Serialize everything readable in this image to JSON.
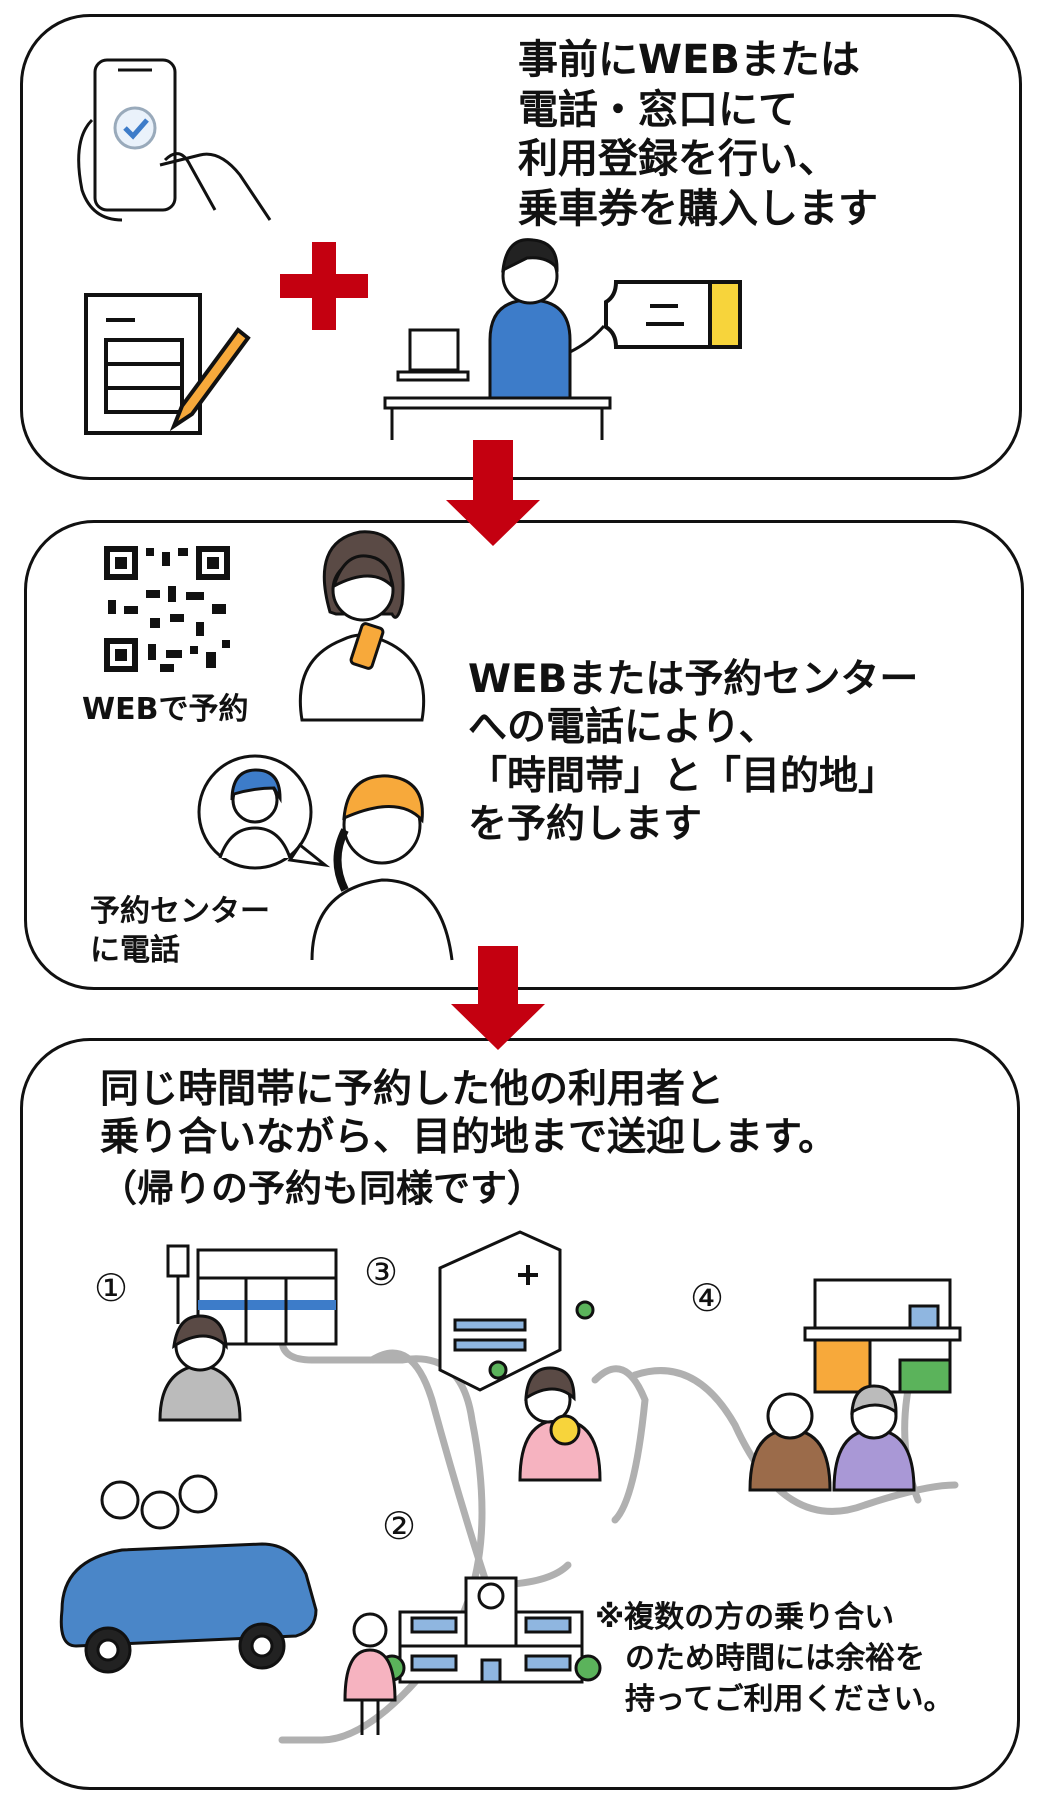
{
  "step1": {
    "text": "事前にWEBまたは\n電話・窓口にて\n利用登録を行い、\n乗車券を購入します"
  },
  "step2": {
    "text": "WEBまたは予約センター\nへの電話により、\n「時間帯」と「目的地」\nを予約します",
    "web_label": "WEBで予約",
    "center_label": "予約センター\nに電話"
  },
  "step3": {
    "heading": "同じ時間帯に予約した他の利用者と\n乗り合いながら、目的地まで送迎します。",
    "sub": "（帰りの予約も同様です）",
    "stops": [
      "①",
      "②",
      "③",
      "④"
    ],
    "note": "※複数の方の乗り合い\n　のため時間には余裕を\n　持ってご利用ください。"
  },
  "colors": {
    "arrow": "#c40010",
    "cross": "#c40010",
    "route": "#b0b0b0",
    "uniform": "#3d7cc9",
    "ticket": "#f7d43b",
    "car": "#4a86c8"
  }
}
